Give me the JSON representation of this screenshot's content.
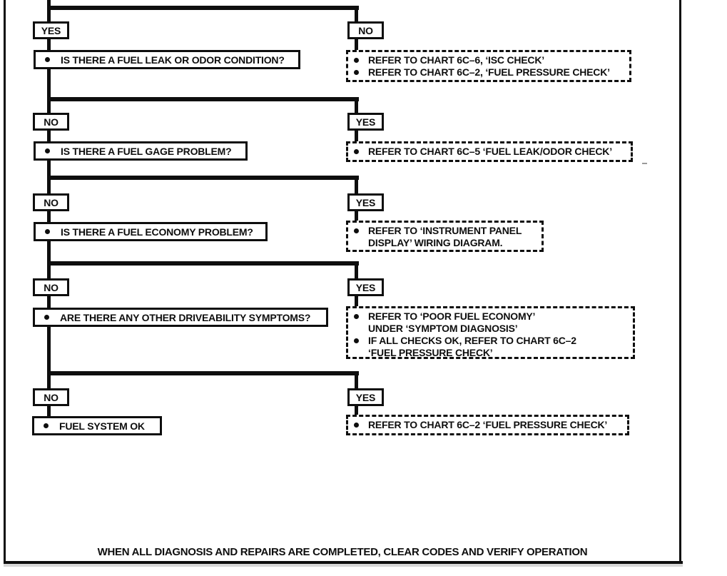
{
  "colors": {
    "ink": "#0e0e0e",
    "paper": "#ffffff"
  },
  "flowchart": {
    "description": "Fuel system diagnosis decision tree (scanned service-manual flowchart)",
    "rows": [
      {
        "left_label": "YES",
        "right_label": "NO",
        "question": "IS THERE A FUEL LEAK OR ODOR CONDITION?",
        "actions": [
          {
            "lines": [
              "REFER TO CHART 6C–6, ‘ISC CHECK’"
            ]
          },
          {
            "lines": [
              "REFER TO CHART 6C–2, ‘FUEL PRESSURE CHECK’"
            ]
          }
        ]
      },
      {
        "left_label": "NO",
        "right_label": "YES",
        "question": "IS THERE A FUEL GAGE PROBLEM?",
        "actions": [
          {
            "lines": [
              "REFER TO CHART 6C–5 ‘FUEL LEAK/ODOR CHECK’"
            ]
          }
        ]
      },
      {
        "left_label": "NO",
        "right_label": "YES",
        "question": "IS THERE A FUEL ECONOMY PROBLEM?",
        "actions": [
          {
            "lines": [
              "REFER TO ‘INSTRUMENT PANEL",
              "DISPLAY’ WIRING DIAGRAM."
            ]
          }
        ]
      },
      {
        "left_label": "NO",
        "right_label": "YES",
        "question": "ARE THERE ANY OTHER DRIVEABILITY SYMPTOMS?",
        "actions": [
          {
            "lines": [
              "REFER TO ‘POOR FUEL ECONOMY’",
              "UNDER ‘SYMPTOM DIAGNOSIS’"
            ]
          },
          {
            "lines": [
              "IF ALL CHECKS OK, REFER TO CHART  6C–2",
              "‘FUEL PRESSURE CHECK’"
            ]
          }
        ]
      },
      {
        "left_label": "NO",
        "right_label": "YES",
        "question": "FUEL SYSTEM OK",
        "actions": [
          {
            "lines": [
              "REFER TO CHART 6C–2 ‘FUEL PRESSURE CHECK’"
            ]
          }
        ]
      }
    ],
    "footer": "WHEN ALL DIAGNOSIS AND REPAIRS ARE COMPLETED, CLEAR CODES AND VERIFY OPERATION"
  }
}
